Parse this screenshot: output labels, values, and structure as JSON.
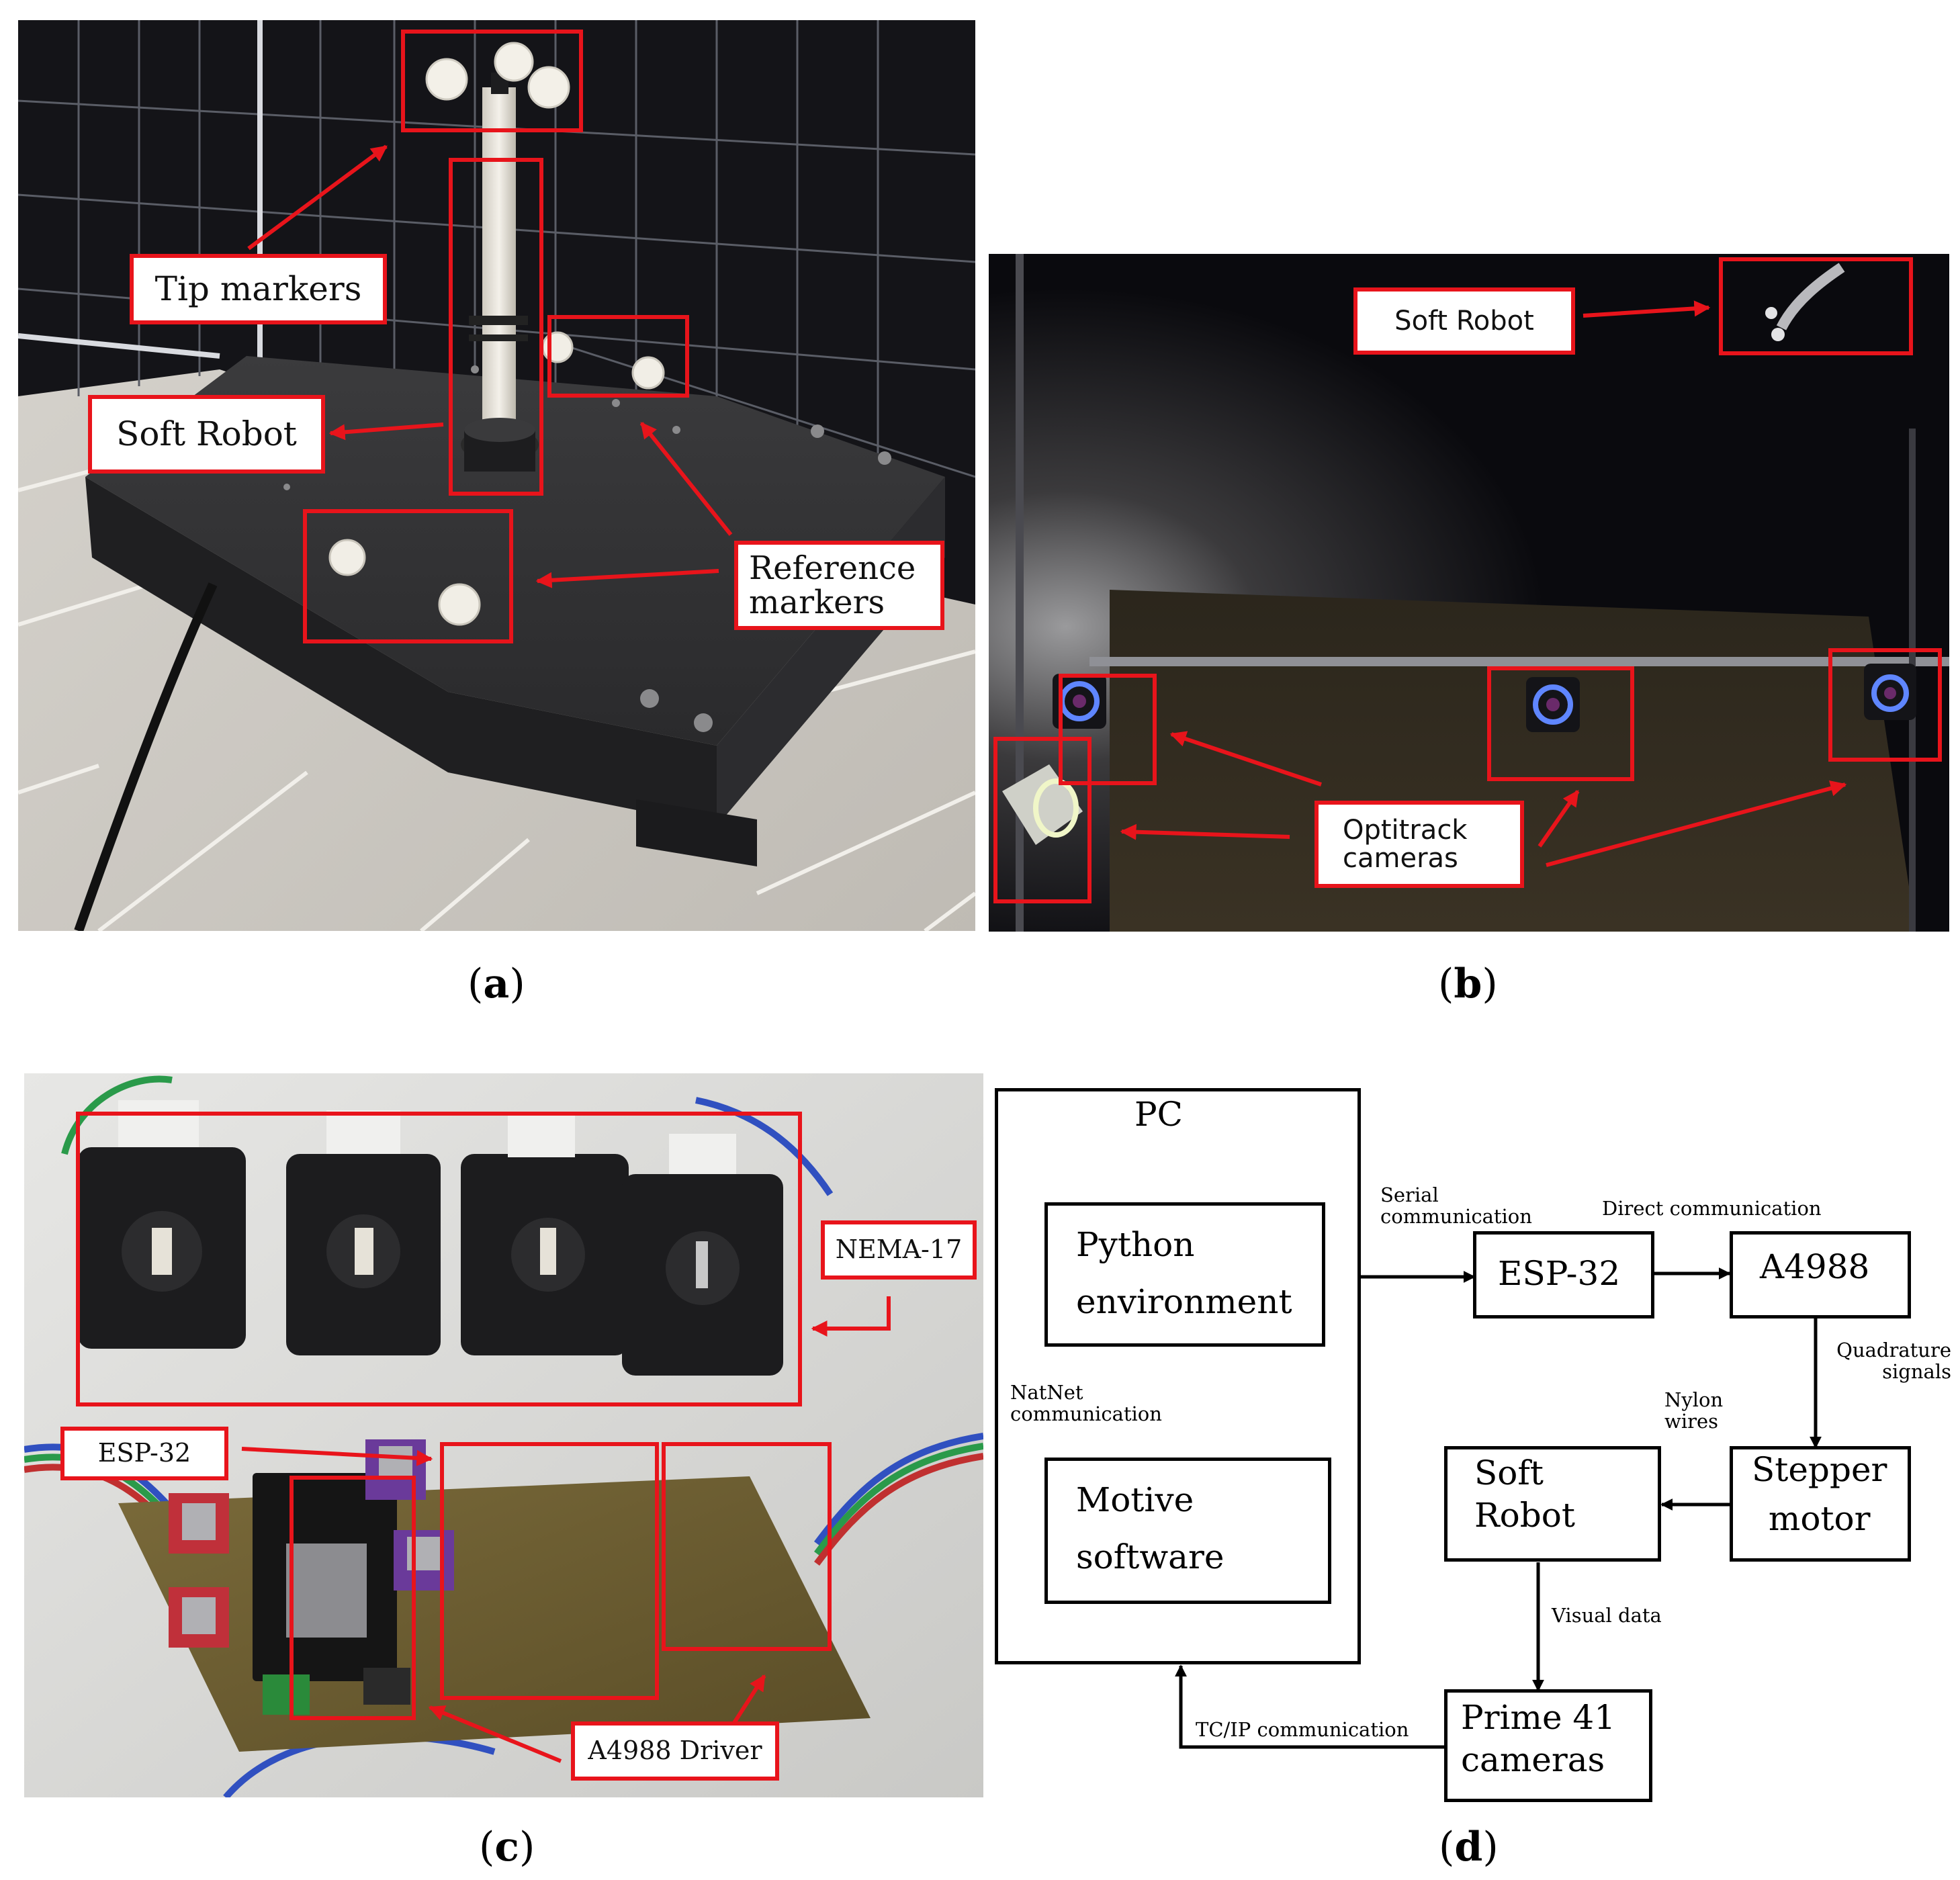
{
  "panel_a": {
    "caption": "a",
    "callouts": {
      "tip_markers": "Tip markers",
      "soft_robot": "Soft Robot",
      "reference_markers": [
        "Reference",
        "markers"
      ]
    }
  },
  "panel_b": {
    "caption": "b",
    "callouts": {
      "soft_robot": "Soft Robot",
      "optitrack_cameras": [
        "Optitrack",
        "cameras"
      ]
    }
  },
  "panel_c": {
    "caption": "c",
    "callouts": {
      "nema17": "NEMA-17",
      "esp32": "ESP-32",
      "a4988_driver": "A4988 Driver"
    }
  },
  "panel_d": {
    "caption": "d",
    "blocks": {
      "pc": "PC",
      "python_env": [
        "Python",
        "environment"
      ],
      "motive_software": [
        "Motive",
        "software"
      ],
      "esp32": "ESP-32",
      "a4988": "A4988",
      "stepper_motor": [
        "Stepper",
        "motor"
      ],
      "soft_robot": [
        "Soft",
        "Robot"
      ],
      "prime41_cameras": [
        "Prime 41",
        "cameras"
      ]
    },
    "edge_labels": {
      "serial_comm": [
        "Serial",
        "communication"
      ],
      "direct_comm": "Direct communication",
      "quadrature": [
        "Quadrature",
        "signals"
      ],
      "nylon_wires": [
        "Nylon",
        "wires"
      ],
      "natnet_comm": [
        "NatNet",
        "communication"
      ],
      "visual_data": "Visual data",
      "tcip_comm": "TC/IP communication"
    }
  },
  "colors": {
    "annotation_red": "#e8141b",
    "diagram_black": "#000000"
  }
}
